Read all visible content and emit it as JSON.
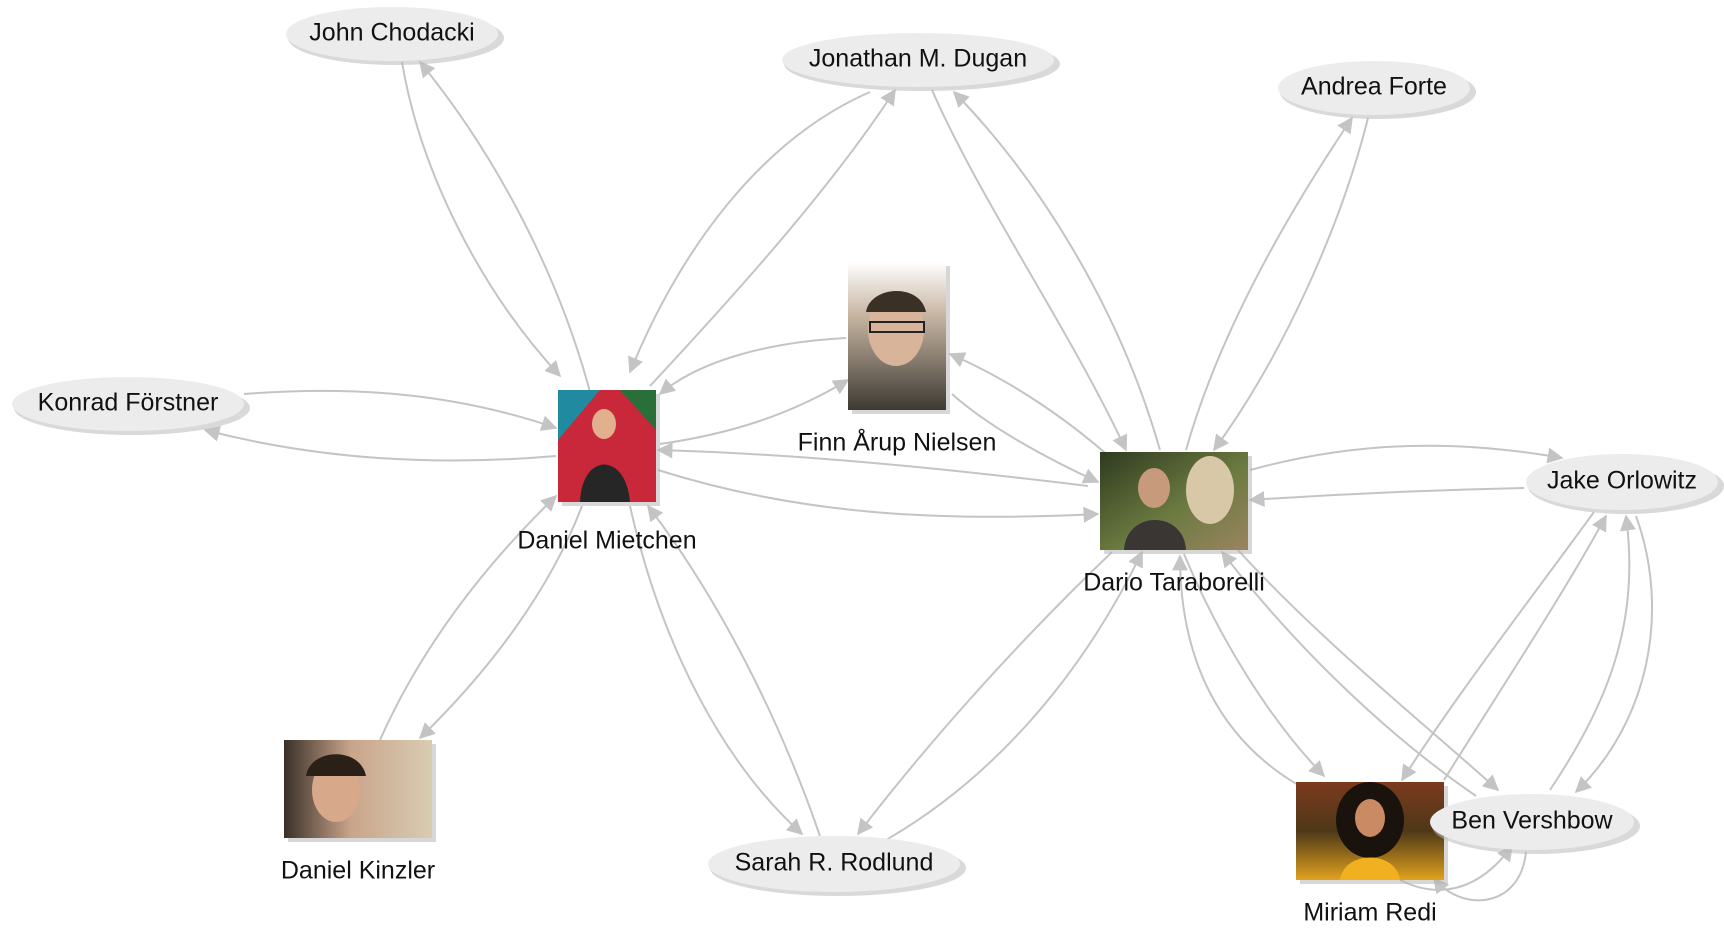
{
  "nodes": [
    {
      "id": "john",
      "label": "John Chodacki",
      "shape": "ellipse",
      "fill": "#ececec"
    },
    {
      "id": "jonathan",
      "label": "Jonathan M. Dugan",
      "shape": "ellipse",
      "fill": "#ececec"
    },
    {
      "id": "andrea",
      "label": "Andrea Forte",
      "shape": "ellipse",
      "fill": "#ececec"
    },
    {
      "id": "konrad",
      "label": "Konrad Förstner",
      "shape": "ellipse",
      "fill": "#ececec"
    },
    {
      "id": "finn",
      "label": "Finn Årup Nielsen",
      "shape": "photo",
      "fill": "#6d6a5c"
    },
    {
      "id": "danielm",
      "label": "Daniel Mietchen",
      "shape": "photo",
      "fill": "#c8283a"
    },
    {
      "id": "dario",
      "label": "Dario Taraborelli",
      "shape": "photo",
      "fill": "#4a5a32"
    },
    {
      "id": "jake",
      "label": "Jake Orlowitz",
      "shape": "ellipse",
      "fill": "#ececec"
    },
    {
      "id": "danielk",
      "label": "Daniel Kinzler",
      "shape": "photo",
      "fill": "#a89a82"
    },
    {
      "id": "sarah",
      "label": "Sarah R. Rodlund",
      "shape": "ellipse",
      "fill": "#ececec"
    },
    {
      "id": "miriam",
      "label": "Miriam Redi",
      "shape": "photo",
      "fill": "#8a6a2a"
    },
    {
      "id": "ben",
      "label": "Ben Vershbow",
      "shape": "ellipse",
      "fill": "#ececec"
    }
  ],
  "edge_color": "#c4c4c4"
}
